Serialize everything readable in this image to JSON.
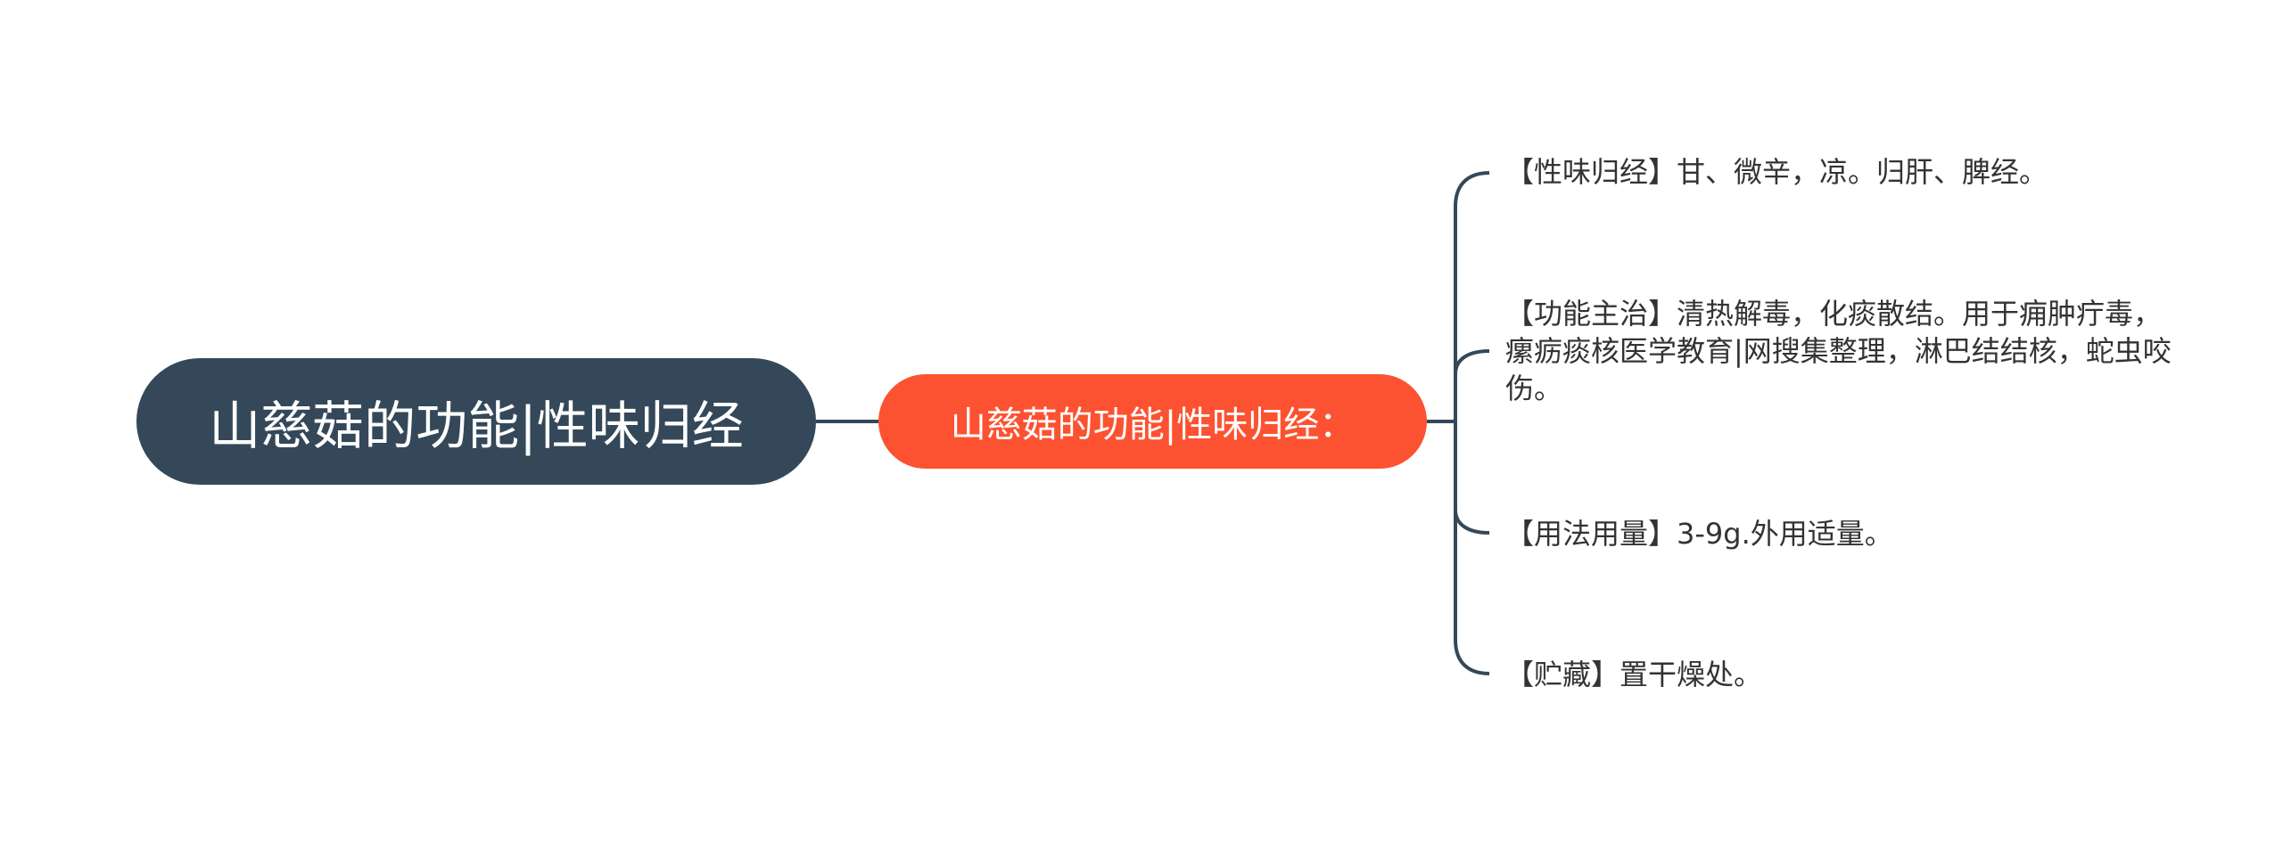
{
  "root": {
    "label": "山慈菇的功能|性味归经"
  },
  "branch": {
    "label": "山慈菇的功能|性味归经："
  },
  "leaves": [
    {
      "label": "【性味归经】甘、微辛，凉。归肝、脾经。"
    },
    {
      "label": "【功能主治】清热解毒，化痰散结。用于痈肿疔毒，瘰疬痰核医学教育|网搜集整理，淋巴结结核，蛇虫咬伤。"
    },
    {
      "label": "【用法用量】3-9g.外用适量。"
    },
    {
      "label": "【贮藏】置干燥处。"
    }
  ],
  "colors": {
    "root_fill": "#344859",
    "branch_fill": "#fc5231",
    "connector": "#344859",
    "leaf_text": "#333333"
  }
}
